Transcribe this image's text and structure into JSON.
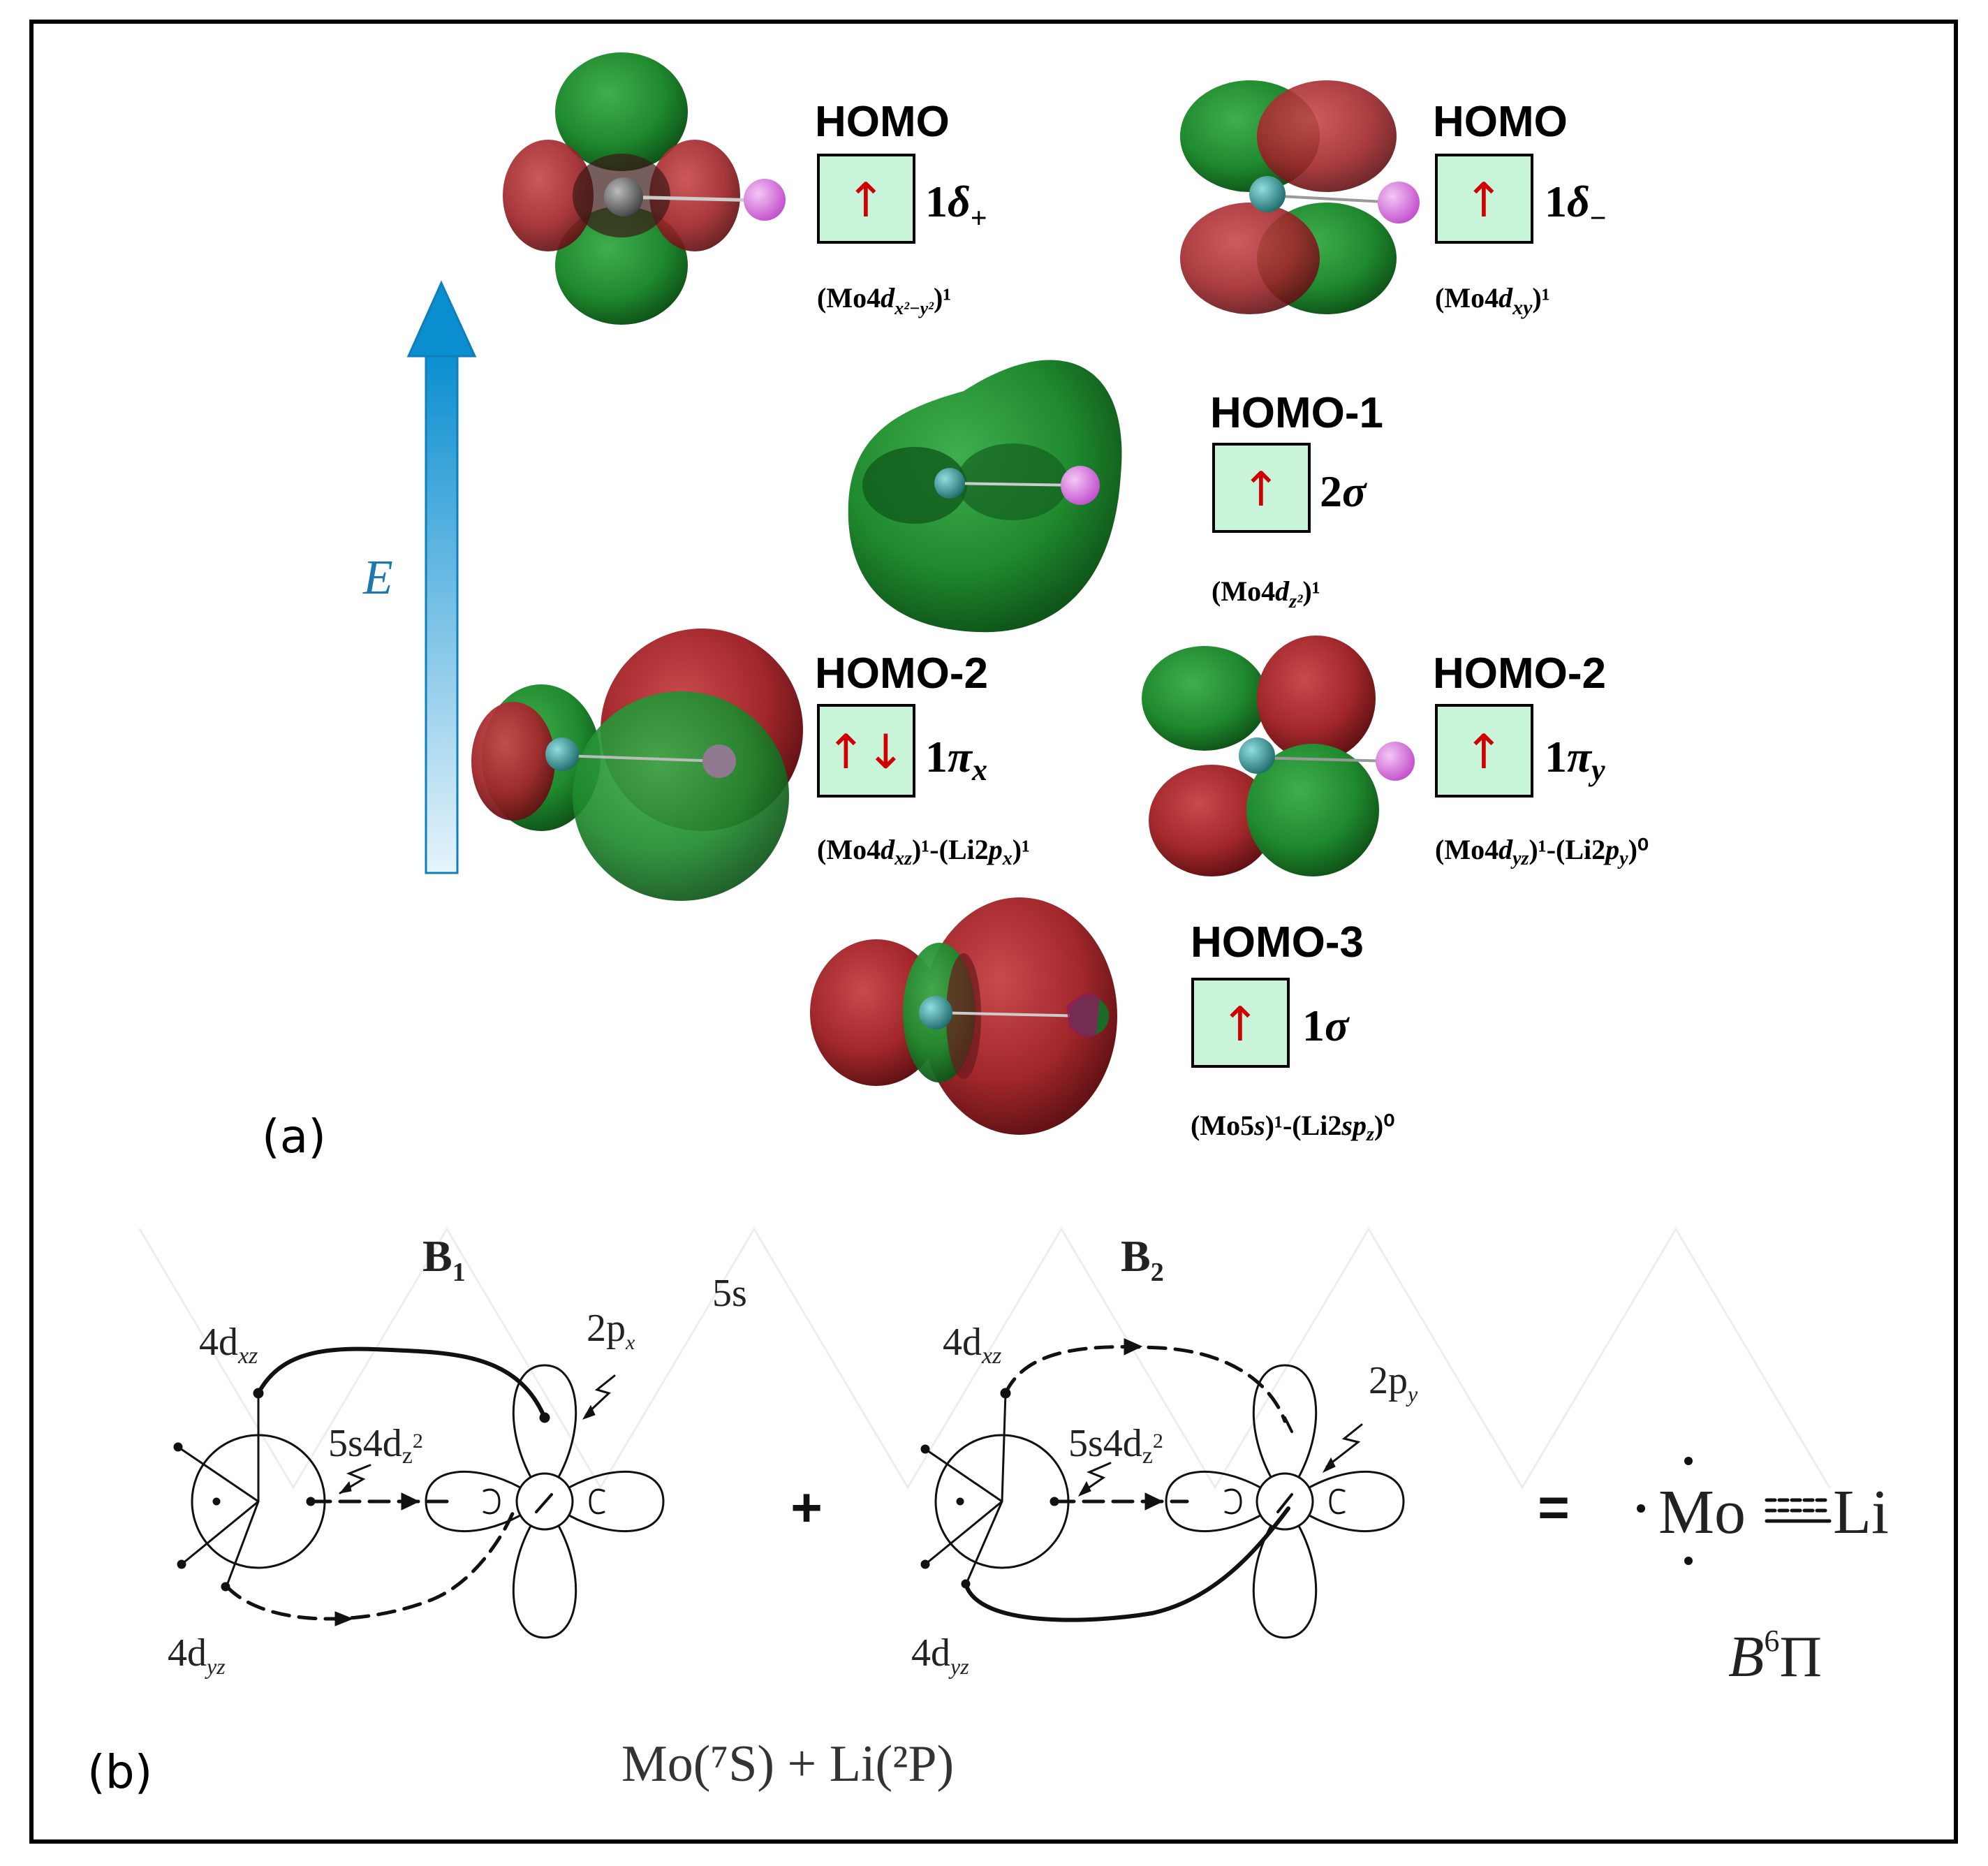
{
  "panel_a": {
    "label": "(a)",
    "energy_axis_label": "E",
    "orbitals": [
      {
        "id": "homo_d_plus",
        "title": "HOMO",
        "occupancy": "↑",
        "sym_main": "1",
        "sym_greek": "δ",
        "sym_sub": "+",
        "composition_pre": "(Mo4",
        "composition_d": "d",
        "composition_sub": "x²−y²",
        "composition_post": ")¹"
      },
      {
        "id": "homo_d_minus",
        "title": "HOMO",
        "occupancy": "↑",
        "sym_main": "1",
        "sym_greek": "δ",
        "sym_sub": "−",
        "composition_pre": "(Mo4",
        "composition_d": "d",
        "composition_sub": "xy",
        "composition_post": ")¹"
      },
      {
        "id": "homo_1",
        "title": "HOMO-1",
        "occupancy": "↑",
        "sym_main": "2",
        "sym_greek": "σ",
        "sym_sub": "",
        "composition_pre": "(Mo4",
        "composition_d": "d",
        "composition_sub": "z²",
        "composition_post": ")¹"
      },
      {
        "id": "homo_2_x",
        "title": "HOMO-2",
        "occupancy": "↑↓",
        "sym_main": "1",
        "sym_greek": "π",
        "sym_sub": "x",
        "composition_pre": "(Mo4",
        "composition_d": "d",
        "composition_sub": "xz",
        "composition_post": ")¹-(Li2",
        "composition2_d": "p",
        "composition2_sub": "x",
        "composition2_post": ")¹"
      },
      {
        "id": "homo_2_y",
        "title": "HOMO-2",
        "occupancy": "↑",
        "sym_main": "1",
        "sym_greek": "π",
        "sym_sub": "y",
        "composition_pre": "(Mo4",
        "composition_d": "d",
        "composition_sub": "yz",
        "composition_post": ")¹-(Li2",
        "composition2_d": "p",
        "composition2_sub": "y",
        "composition2_post": ")⁰"
      },
      {
        "id": "homo_3",
        "title": "HOMO-3",
        "occupancy": "↑",
        "sym_main": "1",
        "sym_greek": "σ",
        "sym_sub": "",
        "composition_pre": "(Mo5",
        "composition_d": "s",
        "composition_sub": "",
        "composition_post": ")¹-(Li2",
        "composition2_d": "sp",
        "composition2_sub": "z",
        "composition2_post": ")⁰"
      }
    ],
    "colors": {
      "lobe_green": "#1f8a2e",
      "lobe_red": "#a8282c",
      "box_fill": "#c8f5da",
      "arrow_red": "#d00000",
      "energy_arrow": "#1e98d4",
      "li_atom": "#e07ee8",
      "mo_atom": "#2a8a8a"
    }
  },
  "panel_b": {
    "label": "(b)",
    "b1_title": "B",
    "b1_sub": "1",
    "b2_title": "B",
    "b2_sub": "2",
    "label_5s": "5s",
    "label_4dxz": "4d",
    "label_4dxz_sub": "xz",
    "label_4dyz": "4d",
    "label_4dyz_sub": "yz",
    "label_5s4dz2": "5s4d",
    "label_5s4dz2_sub": "z",
    "label_5s4dz2_sup": "2",
    "label_2px": "2p",
    "label_2px_sub": "x",
    "label_2py": "2p",
    "label_2py_sub": "y",
    "plus": "+",
    "equals": "=",
    "result_mo": "Mo",
    "result_li": "Li",
    "result_state": "B",
    "result_state_sup": "6",
    "result_state_pi": "Π",
    "reactants": "Mo(⁷S)  +  Li(²P)"
  }
}
